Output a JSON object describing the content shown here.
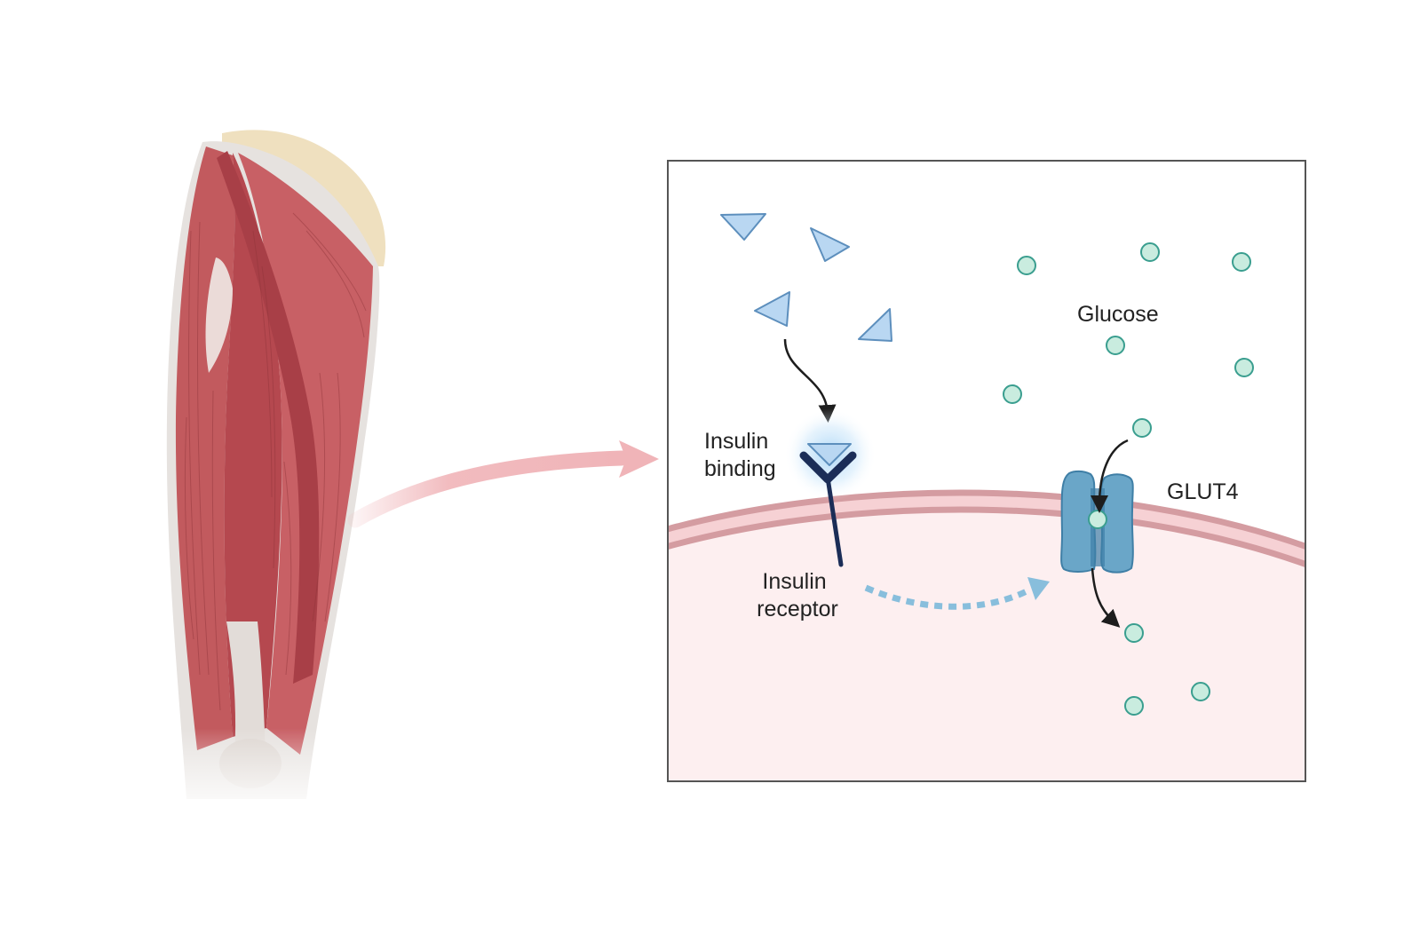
{
  "labels": {
    "insulin_binding": [
      "Insulin",
      "binding"
    ],
    "glucose": "Glucose",
    "glut4": "GLUT4",
    "insulin_receptor": [
      "Insulin",
      "receptor"
    ]
  },
  "icons": {
    "muscle": "thigh-muscle-illustration",
    "arrow": "zoom-arrow",
    "insulin": "insulin-triangle-icon",
    "glucose": "glucose-dot-icon",
    "receptor": "insulin-receptor-icon",
    "transporter": "glut4-transporter-icon"
  },
  "colors": {
    "muscle": "#c25a5e",
    "muscle_dark": "#9e3f45",
    "tendon": "#e6e2df",
    "zoom_arrow": "#f0b4b8",
    "insulin": "#b9d7f2",
    "insulin_stroke": "#5d8fbd",
    "glucose": "#c9ecdf",
    "glucose_stroke": "#3a9e8f",
    "membrane": "#efb8bd",
    "cytoplasm": "#fdeff0",
    "receptor": "#1b2d57",
    "glut4": "#6aa6c8",
    "glut4_dark": "#3f7fa6",
    "panel_border": "#555555"
  }
}
